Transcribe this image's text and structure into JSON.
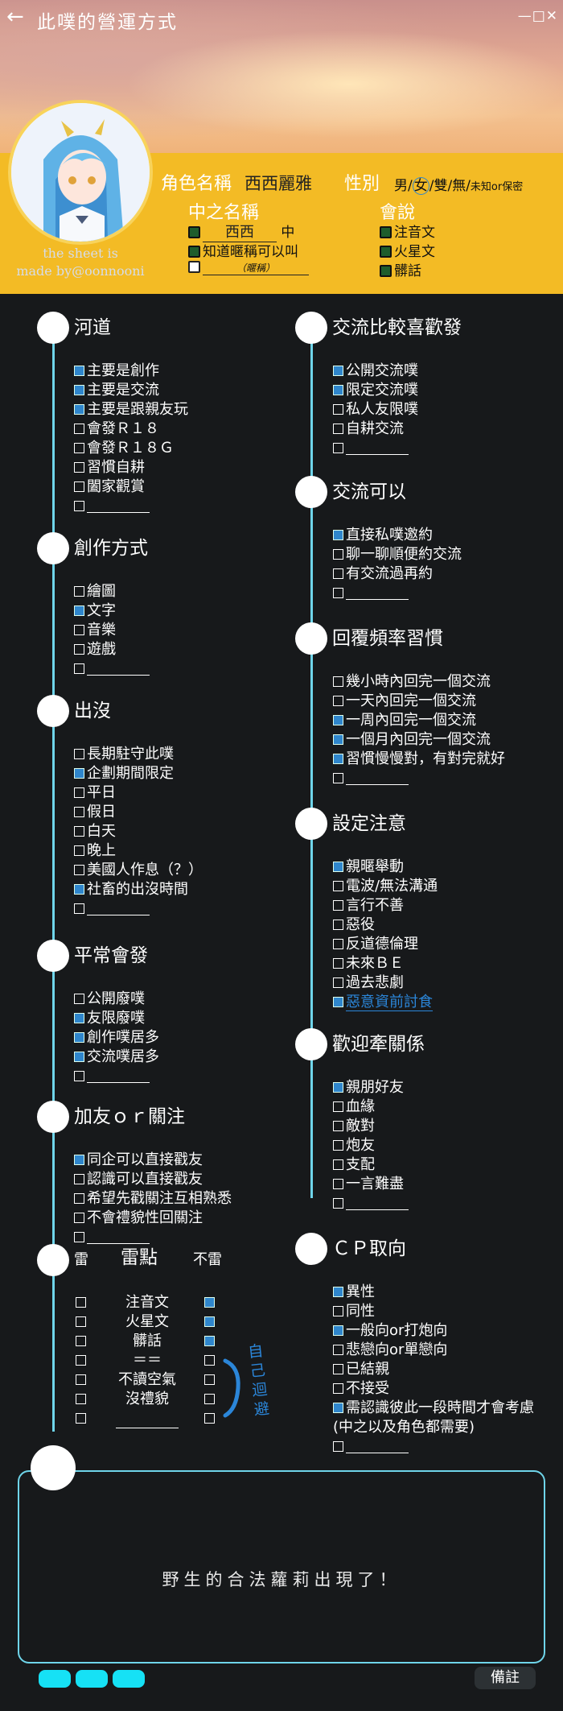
{
  "titlebar": {
    "back": "←",
    "title": "此噗的營運方式",
    "controls": "—□✕"
  },
  "credit": [
    "the sheet is",
    "made by@oonnooni"
  ],
  "profile": {
    "name_label": "角色名稱",
    "name_value": "西西麗雅",
    "gender_label": "性別",
    "gender_opts": "男/",
    "gender_selected": "女",
    "gender_rest": "/雙/無/",
    "gender_small": "未知or保密",
    "pl_label": "中之名稱",
    "pl_items": [
      {
        "checked": true,
        "value": "西西",
        "suffix": "中"
      },
      {
        "checked": true,
        "value": "知道暱稱可以叫",
        "suffix": ""
      },
      {
        "checked": false,
        "value": "（暱稱）",
        "suffix": ""
      }
    ],
    "lang_label": "會說",
    "lang_items": [
      {
        "checked": true,
        "label": "注音文"
      },
      {
        "checked": true,
        "label": "火星文"
      },
      {
        "checked": true,
        "label": "髒話"
      }
    ]
  },
  "left_sections": [
    {
      "title": "河道",
      "items": [
        {
          "c": true,
          "t": "主要是創作"
        },
        {
          "c": true,
          "t": "主要是交流"
        },
        {
          "c": true,
          "t": "主要是跟親友玩"
        },
        {
          "c": false,
          "t": "會發Ｒ１８"
        },
        {
          "c": false,
          "t": "會發Ｒ１８Ｇ"
        },
        {
          "c": false,
          "t": "習慣自耕"
        },
        {
          "c": false,
          "t": "闔家觀賞"
        },
        {
          "c": false,
          "t": ""
        }
      ]
    },
    {
      "title": "創作方式",
      "items": [
        {
          "c": false,
          "t": "繪圖"
        },
        {
          "c": true,
          "t": "文字"
        },
        {
          "c": false,
          "t": "音樂"
        },
        {
          "c": false,
          "t": "遊戲"
        },
        {
          "c": false,
          "t": ""
        }
      ]
    },
    {
      "title": "出沒",
      "items": [
        {
          "c": false,
          "t": "長期駐守此噗"
        },
        {
          "c": true,
          "t": "企劃期間限定"
        },
        {
          "c": false,
          "t": "平日"
        },
        {
          "c": false,
          "t": "假日"
        },
        {
          "c": false,
          "t": "白天"
        },
        {
          "c": false,
          "t": "晚上"
        },
        {
          "c": false,
          "t": "美國人作息（？）"
        },
        {
          "c": true,
          "t": "社畜的出沒時間"
        },
        {
          "c": false,
          "t": ""
        }
      ]
    },
    {
      "title": "平常會發",
      "items": [
        {
          "c": false,
          "t": "公開廢噗"
        },
        {
          "c": true,
          "t": "友限廢噗"
        },
        {
          "c": true,
          "t": "創作噗居多"
        },
        {
          "c": true,
          "t": "交流噗居多"
        },
        {
          "c": false,
          "t": ""
        }
      ]
    },
    {
      "title": "加友ｏｒ關注",
      "items": [
        {
          "c": true,
          "t": "同企可以直接戳友"
        },
        {
          "c": false,
          "t": "認識可以直接戳友"
        },
        {
          "c": false,
          "t": "希望先戳關注互相熟悉"
        },
        {
          "c": false,
          "t": "不會禮貌性回關注"
        },
        {
          "c": false,
          "t": ""
        }
      ]
    }
  ],
  "triggers": {
    "title": "雷點",
    "left_label": "雷",
    "right_label": "不雷",
    "rows": [
      {
        "l": false,
        "t": "注音文",
        "r": true
      },
      {
        "l": false,
        "t": "火星文",
        "r": true
      },
      {
        "l": false,
        "t": "髒話",
        "r": true
      },
      {
        "l": false,
        "t": "＝＝",
        "r": false
      },
      {
        "l": false,
        "t": "不讀空氣",
        "r": false
      },
      {
        "l": false,
        "t": "沒禮貌",
        "r": false
      },
      {
        "l": false,
        "t": "",
        "r": false
      }
    ],
    "note": "自己迴避"
  },
  "right_sections": [
    {
      "title": "交流比較喜歡發",
      "items": [
        {
          "c": true,
          "t": "公開交流噗"
        },
        {
          "c": true,
          "t": "限定交流噗"
        },
        {
          "c": false,
          "t": "私人友限噗"
        },
        {
          "c": false,
          "t": "自耕交流"
        },
        {
          "c": false,
          "t": ""
        }
      ]
    },
    {
      "title": "交流可以",
      "items": [
        {
          "c": true,
          "t": "直接私噗邀約"
        },
        {
          "c": false,
          "t": "聊一聊順便約交流"
        },
        {
          "c": false,
          "t": "有交流過再約"
        },
        {
          "c": false,
          "t": ""
        }
      ]
    },
    {
      "title": "回覆頻率習慣",
      "items": [
        {
          "c": false,
          "t": "幾小時內回完一個交流"
        },
        {
          "c": false,
          "t": "一天內回完一個交流"
        },
        {
          "c": true,
          "t": "一周內回完一個交流"
        },
        {
          "c": true,
          "t": "一個月內回完一個交流"
        },
        {
          "c": true,
          "t": "習慣慢慢對，有對完就好"
        },
        {
          "c": false,
          "t": ""
        }
      ]
    },
    {
      "title": "設定注意",
      "items": [
        {
          "c": true,
          "t": "親暱舉動"
        },
        {
          "c": false,
          "t": "電波/無法溝通"
        },
        {
          "c": false,
          "t": "言行不善"
        },
        {
          "c": false,
          "t": "惡役"
        },
        {
          "c": false,
          "t": "反道德倫理"
        },
        {
          "c": false,
          "t": "未來ＢＥ"
        },
        {
          "c": false,
          "t": "過去悲劇"
        },
        {
          "c": true,
          "t": "惡意資前討食",
          "hand": true
        }
      ]
    },
    {
      "title": "歡迎牽關係",
      "items": [
        {
          "c": true,
          "t": "親朋好友"
        },
        {
          "c": false,
          "t": "血緣"
        },
        {
          "c": false,
          "t": "敵對"
        },
        {
          "c": false,
          "t": "炮友"
        },
        {
          "c": false,
          "t": "支配"
        },
        {
          "c": false,
          "t": "一言難盡"
        },
        {
          "c": false,
          "t": ""
        }
      ]
    },
    {
      "title": "ＣＰ取向",
      "items": [
        {
          "c": true,
          "t": "異性"
        },
        {
          "c": false,
          "t": "同性"
        },
        {
          "c": true,
          "t": "一般向or打炮向"
        },
        {
          "c": false,
          "t": "悲戀向or單戀向"
        },
        {
          "c": false,
          "t": "已結親"
        },
        {
          "c": false,
          "t": "不接受"
        },
        {
          "c": true,
          "t": "需認識彼此一段時間才會考慮"
        },
        {
          "c": null,
          "t": "(中之以及角色都需要)"
        },
        {
          "c": false,
          "t": ""
        }
      ]
    }
  ],
  "remark": {
    "text": "野生的合法蘿莉出現了！",
    "label": "備註"
  },
  "colors": {
    "band": "#f3bb25",
    "accent": "#6fd5ea",
    "check": "#2f86cc",
    "pill": "#16e1f5"
  }
}
